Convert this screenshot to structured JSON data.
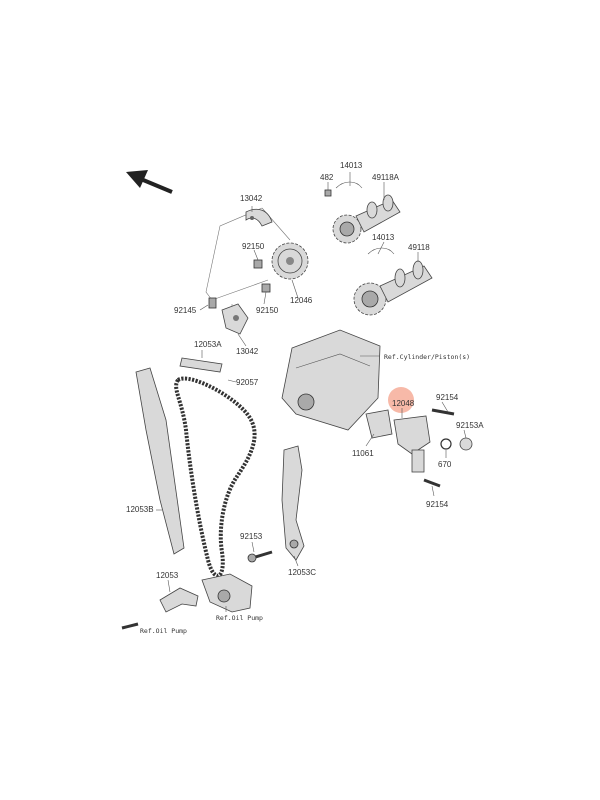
{
  "labels": {
    "p14013a": "14013",
    "p482": "482",
    "p49118a": "49118A",
    "p13042a": "13042",
    "p14013b": "14013",
    "p49118": "49118",
    "p92150a": "92150",
    "p12046": "12046",
    "p92145": "92145",
    "p92150b": "92150",
    "p13042b": "13042",
    "p12053a": "12053A",
    "p92057": "92057",
    "ref_cylinder": "Ref.Cylinder/Piston(s)",
    "p12048": "12048",
    "p92154a": "92154",
    "p92153a": "92153A",
    "p11061": "11061",
    "p670": "670",
    "p92154b": "92154",
    "p12053b": "12053B",
    "p92153": "92153",
    "p12053c": "12053C",
    "p12053": "12053",
    "ref_oilpump_a": "Ref.Oil Pump",
    "ref_oilpump_b": "Ref.Oil Pump"
  },
  "colors": {
    "highlight": "#f7b9a8",
    "line": "#444444",
    "part_fill": "#d9d9d9"
  },
  "icons": {
    "direction_arrow": "arrow-up-left-icon"
  }
}
